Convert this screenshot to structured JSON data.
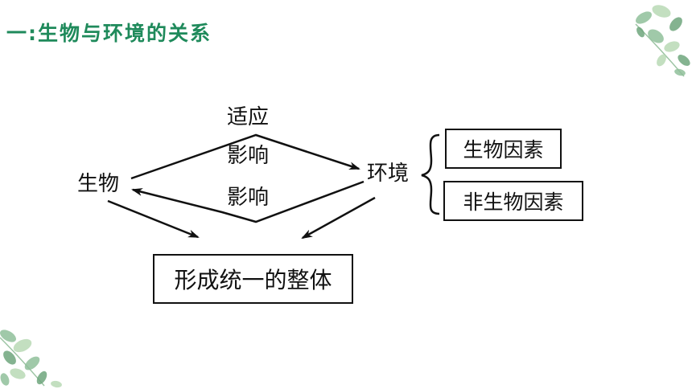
{
  "heading": {
    "text": "一:生物与环境的关系",
    "color": "#1f8a5b"
  },
  "diagram": {
    "organism": "生物",
    "environment": "环境",
    "label_adapt": "适应",
    "label_influence_top": "影响",
    "label_influence_bottom": "影响",
    "factor_biotic": "生物因素",
    "factor_abiotic": "非生物因素",
    "result": "形成统一的整体"
  },
  "decoration": {
    "leaf_colors": [
      "#8fbf9a",
      "#b9d9b5",
      "#6ea67c"
    ]
  }
}
